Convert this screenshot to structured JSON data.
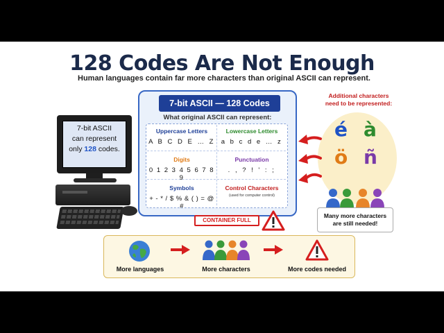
{
  "title": "128 Codes Are Not Enough",
  "subtitle": "Human languages contain far more characters than original ASCII can represent.",
  "computer": {
    "screen_line1": "7-bit ASCII",
    "screen_line2": "can represent",
    "screen_line3_prefix": "only ",
    "screen_line3_number": "128",
    "screen_line3_suffix": " codes."
  },
  "panel": {
    "heading": "7-bit ASCII — 128 Codes",
    "question": "What original ASCII can represent:",
    "groups": [
      {
        "label": "Uppercase Letters",
        "value": "A B C D E … Z",
        "color": "#1e3f97"
      },
      {
        "label": "Lowercase Letters",
        "value": "a b c d e … z",
        "color": "#2e8b2e"
      },
      {
        "label": "Digits",
        "value": "0 1 2 3 4 5 6 7 8 9",
        "color": "#e07b16"
      },
      {
        "label": "Punctuation",
        "value": ". , ? ! ' : ;",
        "color": "#7a3aa8"
      },
      {
        "label": "Symbols",
        "value": "+ - * / $ % & ( ) = @ #",
        "color": "#1e3f97"
      },
      {
        "label": "Control Characters",
        "value": "(used for computer control)",
        "color": "#c21e1e"
      }
    ],
    "container_status": "CONTAINER FULL"
  },
  "additional": {
    "caption_line1": "Additional characters",
    "caption_line2": "need to be represented:",
    "chars": [
      {
        "glyph": "é",
        "color": "#1e53c6"
      },
      {
        "glyph": "à",
        "color": "#2e8b2e"
      },
      {
        "glyph": "ö",
        "color": "#e07b16"
      },
      {
        "glyph": "ñ",
        "color": "#7a3aa8"
      }
    ],
    "needed_line1": "Many more characters",
    "needed_line2": "are still needed!"
  },
  "flow": {
    "steps": [
      "More languages",
      "More characters",
      "More codes needed"
    ]
  },
  "colors": {
    "accent_red": "#d51e1e",
    "panel_blue": "#1e3f97",
    "strip_bg": "#fdf7e3"
  }
}
